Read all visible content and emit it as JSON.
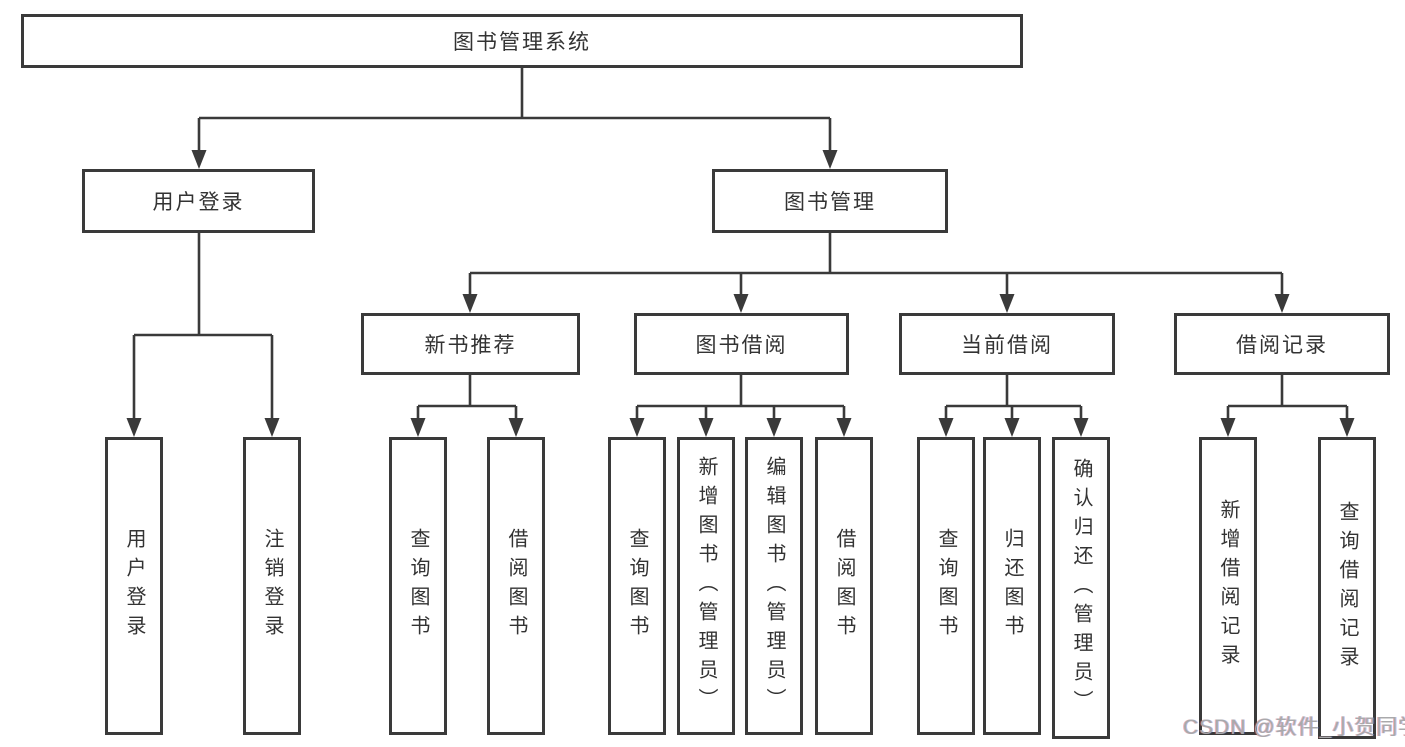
{
  "colors": {
    "line": "#3a3a3a",
    "text": "#333333",
    "box_fill": "#ffffff",
    "watermark": "#a9a9ab"
  },
  "tree": {
    "label": "图书管理系统",
    "children": [
      {
        "label": "用户登录",
        "children": [
          {
            "label": "用户登录"
          },
          {
            "label": "注销登录"
          }
        ]
      },
      {
        "label": "图书管理",
        "children": [
          {
            "label": "新书推荐",
            "children": [
              {
                "label": "查询图书"
              },
              {
                "label": "借阅图书"
              }
            ]
          },
          {
            "label": "图书借阅",
            "children": [
              {
                "label": "查询图书"
              },
              {
                "label": "新增图书（管理员）"
              },
              {
                "label": "编辑图书（管理员）"
              },
              {
                "label": "借阅图书"
              }
            ]
          },
          {
            "label": "当前借阅",
            "children": [
              {
                "label": "查询图书"
              },
              {
                "label": "归还图书"
              },
              {
                "label": "确认归还（管理员）"
              }
            ]
          },
          {
            "label": "借阅记录",
            "children": [
              {
                "label": "新增借阅记录"
              },
              {
                "label": "查询借阅记录"
              }
            ]
          }
        ]
      }
    ]
  },
  "watermark": {
    "text": "CSDN @软件_小贺同学"
  }
}
